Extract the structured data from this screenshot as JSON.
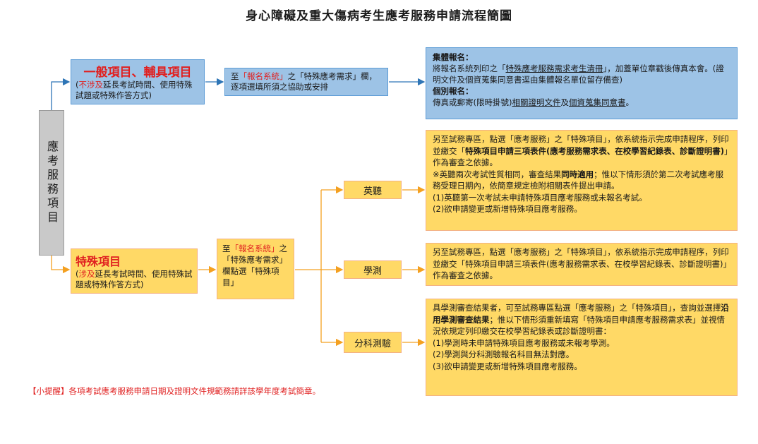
{
  "title": "身心障礙及重大傷病考生應考服務申請流程簡圖",
  "colors": {
    "blue_fill": "#9dc3e6",
    "blue_border": "#5b9bd5",
    "orange_fill": "#ffd966",
    "orange_border": "#f4b183",
    "gray_fill": "#c9c9c9",
    "red_text": "#e02020"
  },
  "side_label": "應考服務項目",
  "general": {
    "heading": "一般項目、輔具項目",
    "note_red": "不涉及",
    "note_a": "(",
    "note_b": "延長考試時間、使用特殊試題或特殊作答方式)"
  },
  "general_step": {
    "a": "至",
    "red": "「報名系統」",
    "b": "之「特殊應考需求」欄，逐項選填所須之協助或安排"
  },
  "group_registration": {
    "group_label": "集體報名：",
    "group_a": "將報名系統列印之「",
    "group_link": "特殊應考服務需求考生清冊",
    "group_b": "」，加蓋單位章戳後傳真本會。(證明文件及個資蒐集同意書逕由集體報名單位留存備查)",
    "individual_label": "個別報名：",
    "individual_a": "傳真或郵寄(限時掛號)",
    "individual_link1": "相關證明文件",
    "individual_mid": "及",
    "individual_link2": "個資蒐集同意書",
    "individual_end": "。"
  },
  "special": {
    "heading": "特殊項目",
    "note_a": "(",
    "note_red": "涉及",
    "note_b": "延長考試時間、使用特殊試題或特殊作答方式)"
  },
  "special_step": {
    "a": "至",
    "red": "「報名系統」",
    "b": "之「特殊應考需求」欄點選「特殊項目」"
  },
  "exams": {
    "english": "英聽",
    "gsat": "學測",
    "ast": "分科測驗"
  },
  "english_desc": {
    "p1_a": "另至試務專區，點選「應考服務」之「特殊項目」，依系統指示完成申請程序，列印並繳交「",
    "p1_bold": "特殊項目申請三項表件(應考服務需求表、在校學習紀錄表、診斷證明書)",
    "p1_b": "」作為審查之依據。",
    "p2_a": "※英聽兩次考試性質相同，審查結果",
    "p2_bold": "同時適用",
    "p2_b": "；惟以下情形須於第二次考試應考服務受理日期內，依簡章規定檢附相關表件提出申請。",
    "item1": "(1)英聽第一次考試未申請特殊項目應考服務或未報名考試。",
    "item2": "(2)欲申請變更或新增特殊項目應考服務。"
  },
  "gsat_desc": {
    "text": "另至試務專區，點選「應考服務」之「特殊項目」，依系統指示完成申請程序，列印並繳交「特殊項目申請三項表件(應考服務需求表、在校學習紀錄表、診斷證明書)」作為審查之依據。"
  },
  "ast_desc": {
    "p1_a": "具學測審查結果者，可至試務專區點選「應考服務」之「特殊項目」，查詢並選擇",
    "p1_bold": "沿用學測審查結果",
    "p1_b": "；惟以下情形須重新填寫「特殊項目申請應考服務需求表」並視情況依規定列印繳交在校學習紀錄表或診斷證明書：",
    "item1": "(1)學測時未申請特殊項目應考服務或未報考學測。",
    "item2": "(2)學測與分科測驗報名科目無法對應。",
    "item3": "(3)欲申請變更或新增特殊項目應考服務。"
  },
  "reminder": "【小提醒】各項考試應考服務申請日期及證明文件規範務請詳該學年度考試簡章。"
}
